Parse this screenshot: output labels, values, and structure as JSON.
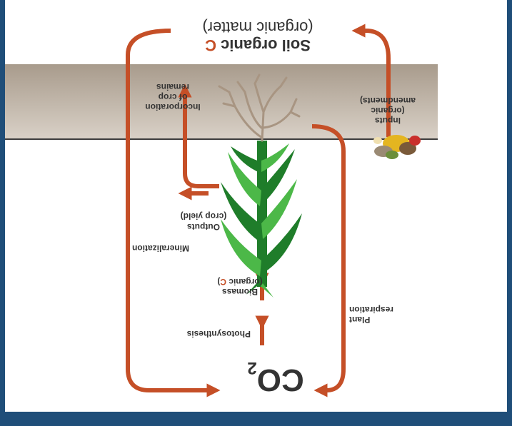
{
  "colors": {
    "frame": "#1f4e79",
    "arrow": "#c54f27",
    "soil_top": "#d9d1c7",
    "soil_bottom": "#a89b8c",
    "soil_line": "#3c3c3c",
    "text": "#333333",
    "co2": "#333333",
    "accent_c": "#c54f27",
    "plant_dark": "#1f7d2a",
    "plant_light": "#4cb848",
    "roots": "#a89582"
  },
  "icons": {
    "plant": "corn-plant-icon",
    "roots": "roots-icon",
    "amendments": "organic-amendments-icon"
  },
  "co2": {
    "main": "CO",
    "subscript": "2"
  },
  "labels": {
    "photosynthesis": "Photosynthesis",
    "biomass_line1": "Biomass",
    "biomass_line2_prefix": "(organic ",
    "biomass_line2_c": "C",
    "biomass_line2_suffix": ")",
    "outputs_line1": "Outputs",
    "outputs_line2": "(crop yield)",
    "incorporation_line1": "Incorporation",
    "incorporation_line2": "of crop",
    "incorporation_line3": "remains",
    "soil_title_prefix": "Soil organic ",
    "soil_title_c": "C",
    "soil_subtitle": "(organic matter)",
    "inputs_line1": "Inputs",
    "inputs_line2": "(organic",
    "inputs_line3": "amendments)",
    "plant_line1": "Plant",
    "plant_line2": "respiration",
    "mineralization": "Mineralization"
  }
}
